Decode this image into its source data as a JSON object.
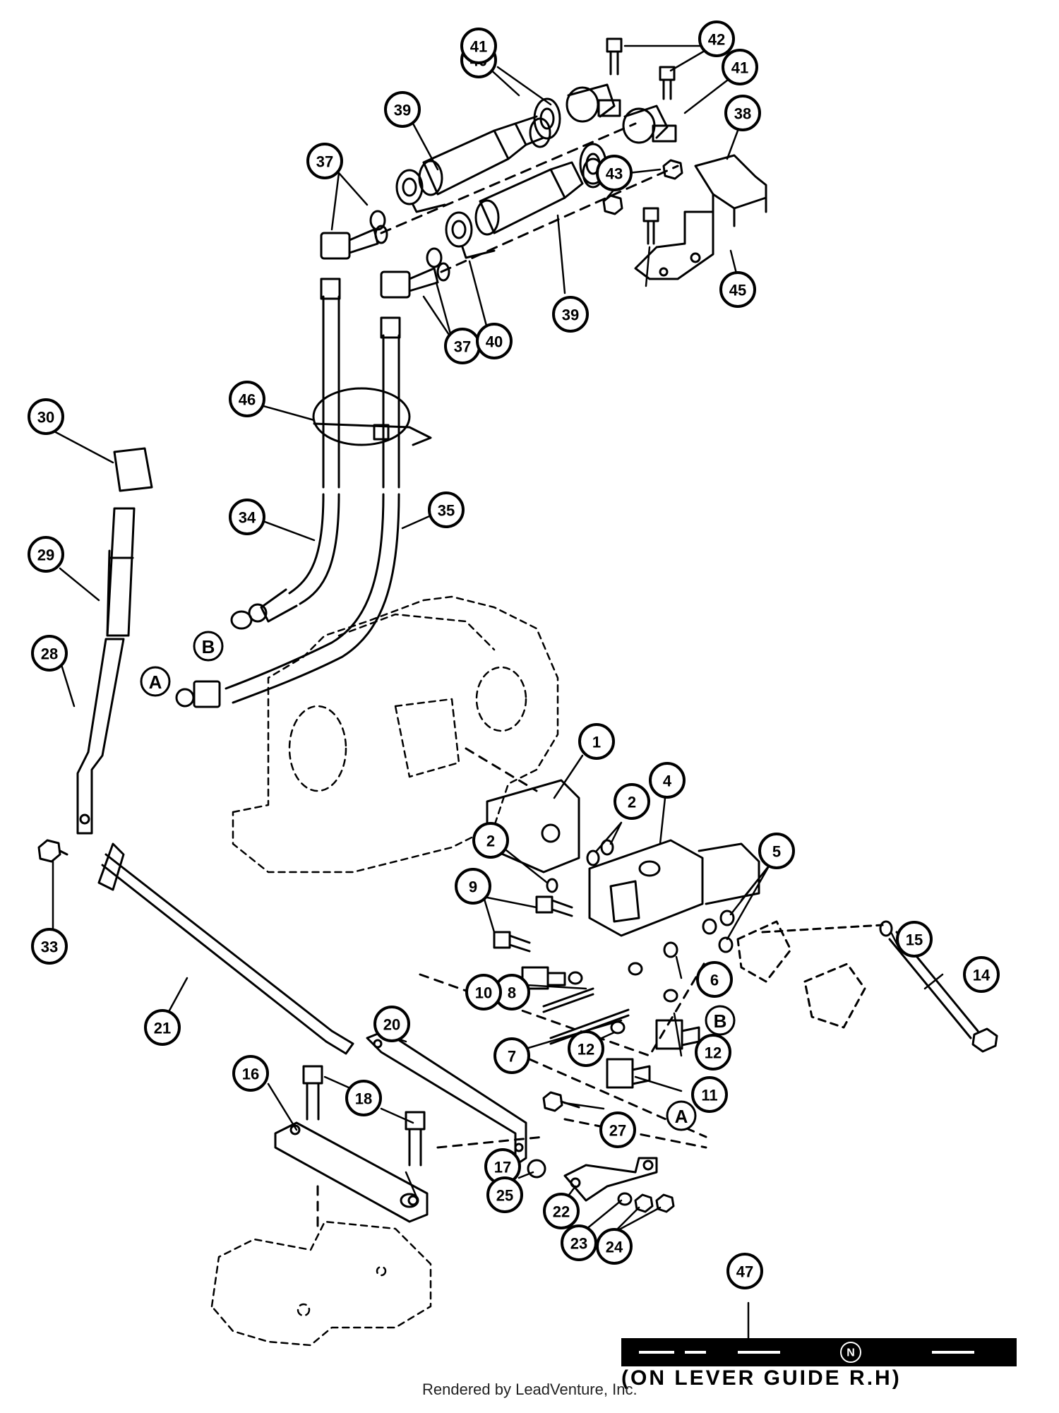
{
  "callouts": [
    "1",
    "2",
    "2",
    "4",
    "5",
    "6",
    "7",
    "8",
    "9",
    "10",
    "11",
    "12",
    "12",
    "14",
    "15",
    "16",
    "17",
    "18",
    "20",
    "21",
    "22",
    "23",
    "24",
    "25",
    "27",
    "28",
    "29",
    "30",
    "33",
    "34",
    "35",
    "37",
    "37",
    "38",
    "39",
    "39",
    "40",
    "40",
    "41",
    "41",
    "42",
    "43",
    "45",
    "46",
    "47"
  ],
  "letters": [
    "A",
    "B",
    "A",
    "B"
  ],
  "lever_guide": {
    "neutral_mark": "N",
    "caption": "(ON LEVER GUIDE R.H)"
  },
  "credit": "Rendered by LeadVenture, Inc."
}
